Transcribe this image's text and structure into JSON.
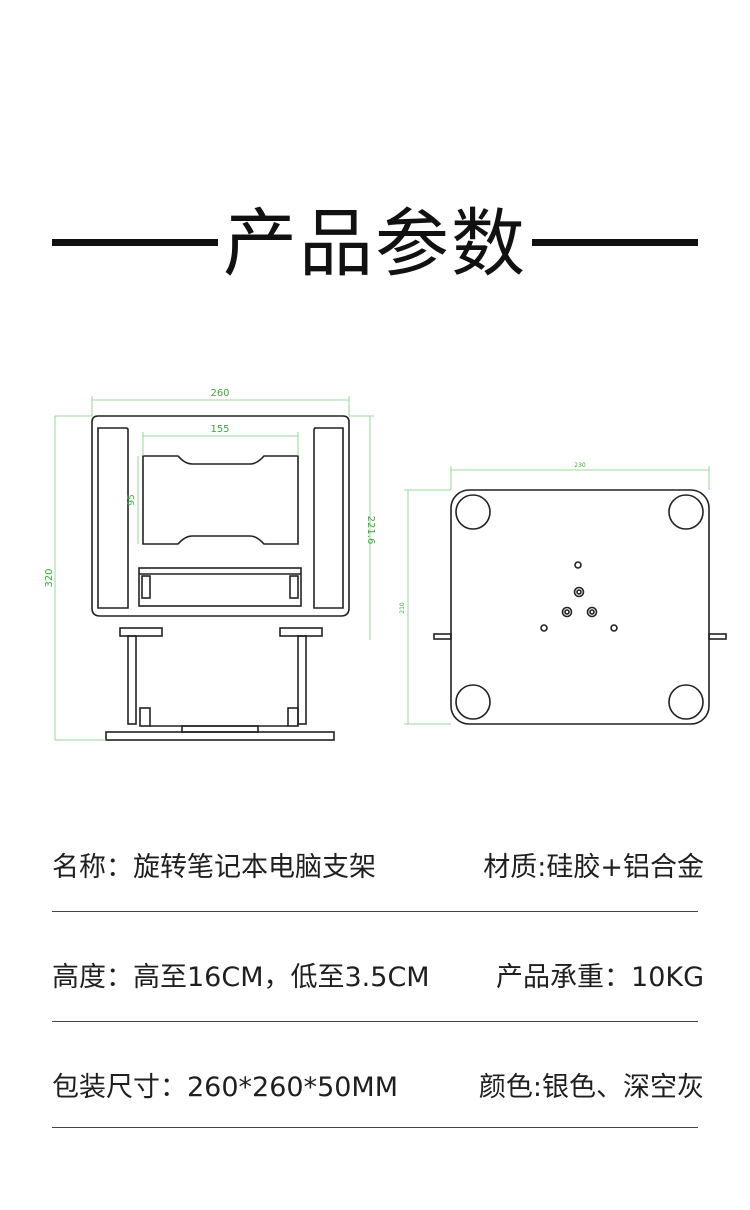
{
  "header": {
    "title": "产品参数"
  },
  "drawing": {
    "front": {
      "width": "260",
      "inner_width": "155",
      "inner_height": "95",
      "side_height": "221.6",
      "total_height": "320"
    },
    "bottom": {
      "width": "230",
      "height": "210"
    }
  },
  "specs": [
    {
      "left": "名称：旋转笔记本电脑支架",
      "right": "材质:硅胶+铝合金"
    },
    {
      "left": "高度：高至16CM，低至3.5CM",
      "right": "产品承重：10KG"
    },
    {
      "left": "包装尺寸：260*260*50MM",
      "right": "颜色:银色、深空灰"
    }
  ],
  "colors": {
    "dimension": "#3aaa3a",
    "line": "#111111"
  }
}
